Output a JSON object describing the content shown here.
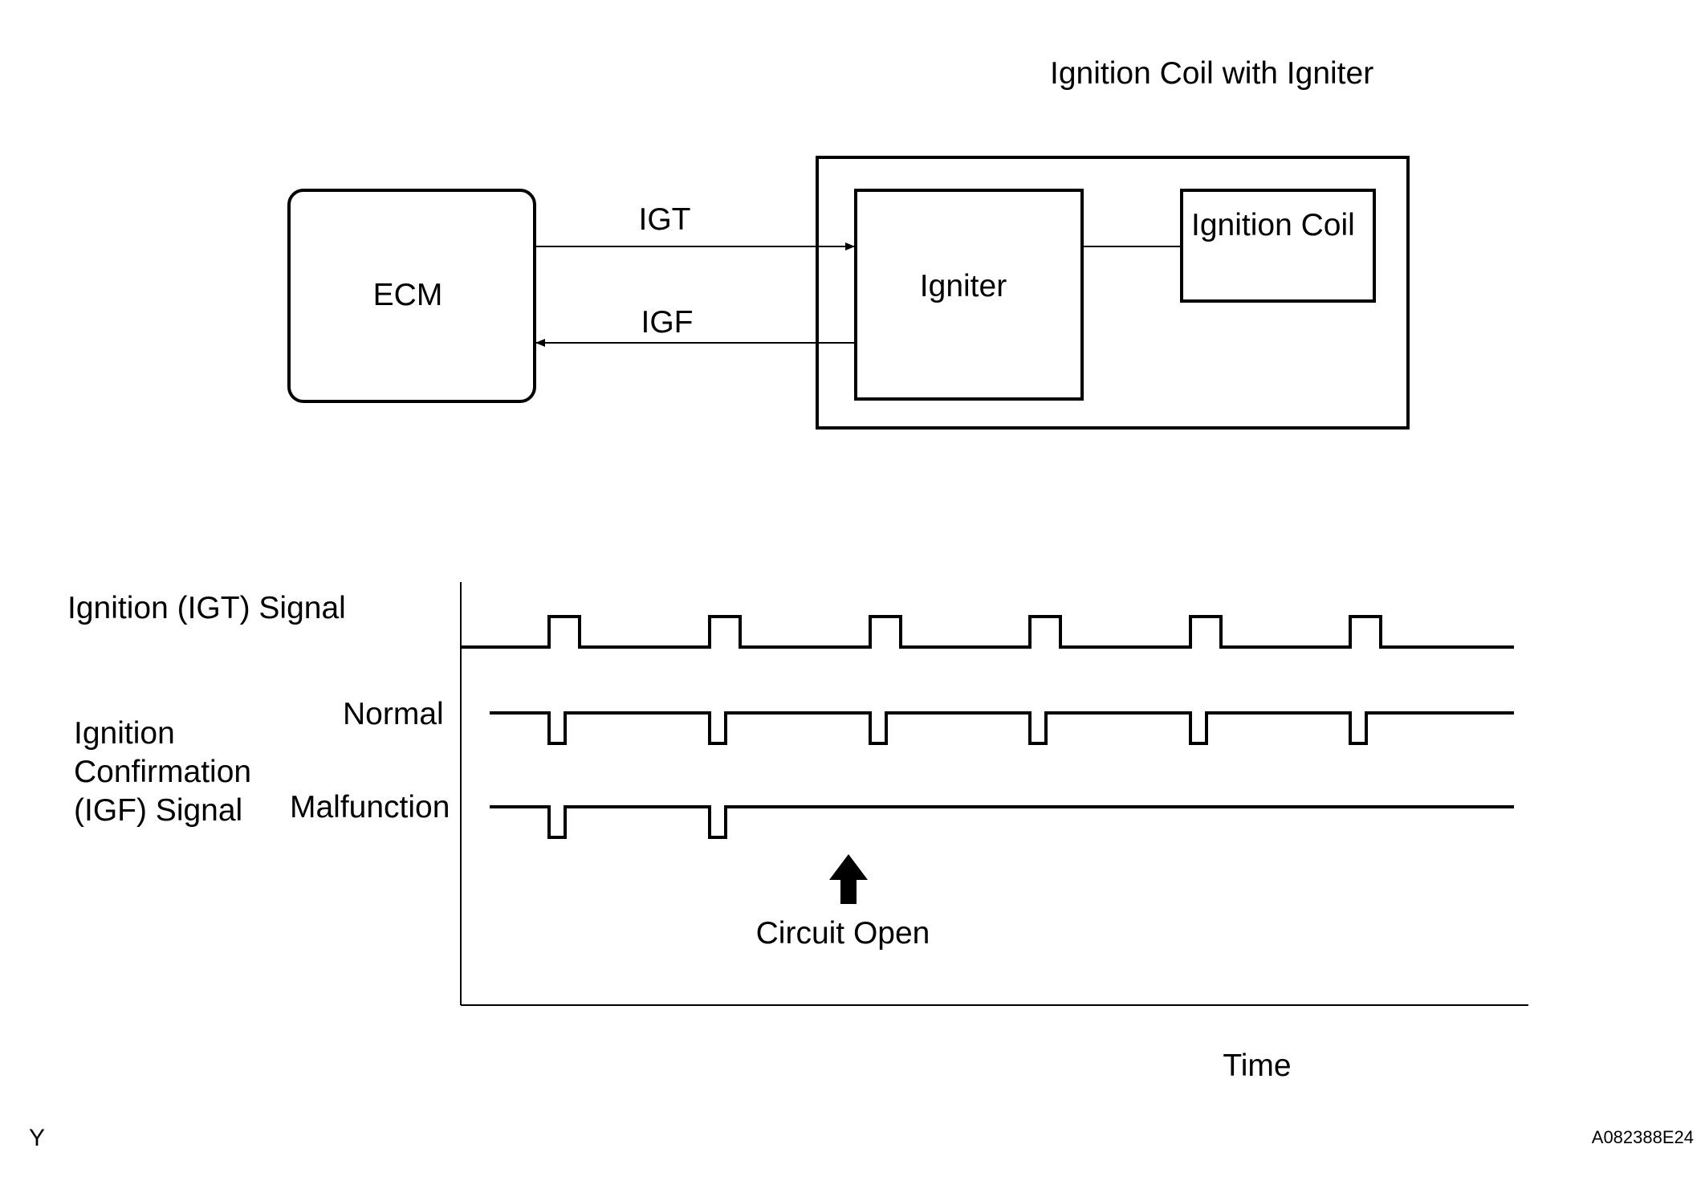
{
  "block_diagram": {
    "module_title": "Ignition Coil with Igniter",
    "ecm_label": "ECM",
    "igniter_label": "Igniter",
    "coil_label": "Ignition Coil",
    "igt_label": "IGT",
    "igf_label": "IGF"
  },
  "timing_chart": {
    "igt_signal_label": "Ignition (IGT) Signal",
    "igf_label_lines": [
      "Ignition",
      "Confirmation",
      "(IGF) Signal"
    ],
    "normal_label": "Normal",
    "malfunction_label": "Malfunction",
    "circuit_open_label": "Circuit Open",
    "time_label": "Time",
    "igt_pulse_count": 6,
    "igf_normal_pulse_count": 6,
    "igf_malfunction_pulse_count": 2
  },
  "footer": {
    "left_code": "Y",
    "figure_id": "A082388E24"
  }
}
